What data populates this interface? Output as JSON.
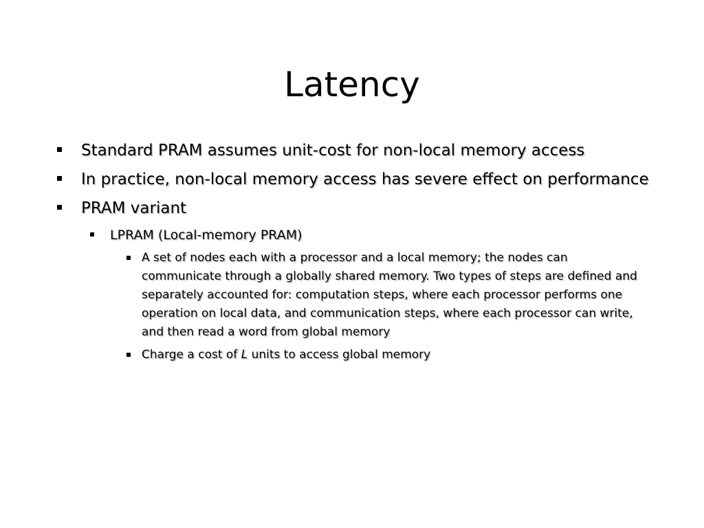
{
  "slide": {
    "title": "Latency",
    "bullets": [
      "Standard PRAM assumes unit-cost for non-local memory access",
      "In practice, non-local memory access has severe effect on performance",
      "PRAM variant"
    ],
    "sub_bullet": "LPRAM (Local-memory PRAM)",
    "sub_sub_bullets": [
      "A set of nodes each with a processor and a local memory; the nodes can communicate through a globally shared memory. Two types of steps are defined and separately accounted for: computation steps, where each processor performs one operation on local data, and communication steps, where each processor can write, and then read a word from global memory"
    ],
    "cost_item": {
      "before": "Charge a cost of ",
      "variable": "L",
      "after": " units to access global memory"
    }
  }
}
